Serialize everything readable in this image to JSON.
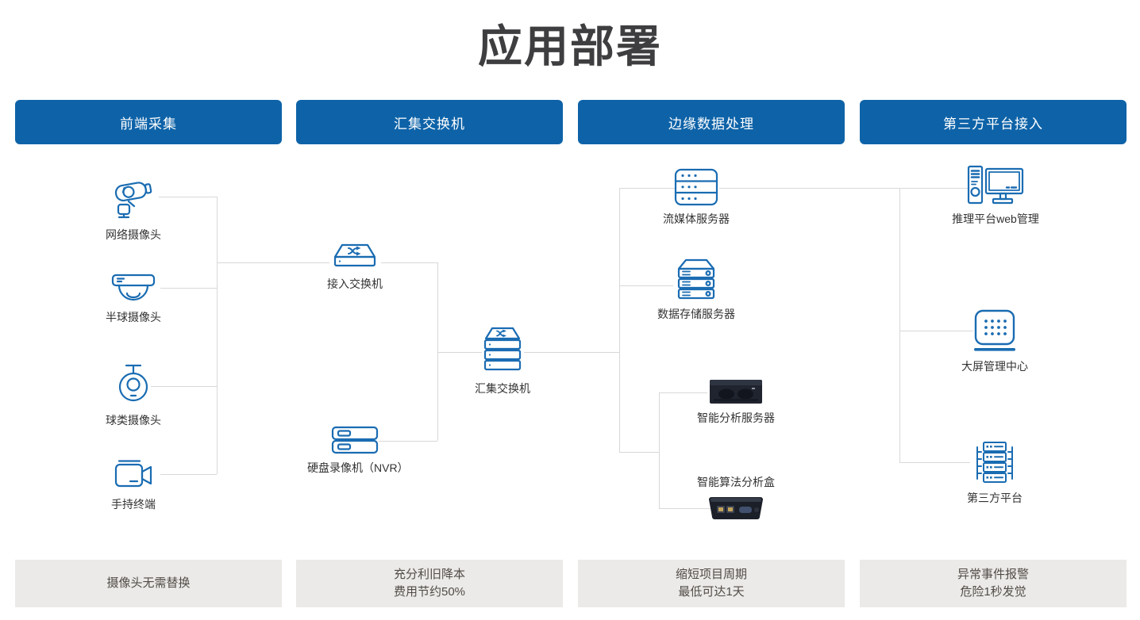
{
  "page": {
    "title": "应用部署"
  },
  "colors": {
    "background": "#ffffff",
    "header_bg": "#0e63a8",
    "header_text": "#ffffff",
    "icon_blue": "#1a6cb2",
    "connector_line": "#d8d8d8",
    "footer_bg": "#ebeae8",
    "footer_text": "#514c47",
    "label_text": "#333333",
    "title_text": "#3e3e40"
  },
  "columns": [
    {
      "header": "前端采集",
      "footer_lines": [
        "摄像头无需替换"
      ]
    },
    {
      "header": "汇集交换机",
      "footer_lines": [
        "充分利旧降本",
        "费用节约50%"
      ]
    },
    {
      "header": "边缘数据处理",
      "footer_lines": [
        "缩短项目周期",
        "最低可达1天"
      ]
    },
    {
      "header": "第三方平台接入",
      "footer_lines": [
        "异常事件报警",
        "危险1秒发觉"
      ]
    }
  ],
  "nodes": [
    {
      "label": "网络摄像头",
      "icon": "bullet-camera-icon"
    },
    {
      "label": "半球摄像头",
      "icon": "dome-camera-icon"
    },
    {
      "label": "球类摄像头",
      "icon": "ptz-ball-camera-icon"
    },
    {
      "label": "手持终端",
      "icon": "camcorder-icon"
    },
    {
      "label": "接入交换机",
      "icon": "switch-icon"
    },
    {
      "label": "硬盘录像机（NVR）",
      "icon": "nvr-icon"
    },
    {
      "label": "汇集交换机",
      "icon": "stacked-switch-icon"
    },
    {
      "label": "流媒体服务器",
      "icon": "server-rack-icon"
    },
    {
      "label": "数据存储服务器",
      "icon": "storage-server-icon"
    },
    {
      "label": "智能分析服务器",
      "icon": "rack-server-photo"
    },
    {
      "label": "智能算法分析盒",
      "icon": "edge-box-photo"
    },
    {
      "label": "推理平台web管理",
      "icon": "desktop-computer-icon"
    },
    {
      "label": "大屏管理中心",
      "icon": "led-screen-icon"
    },
    {
      "label": "第三方平台",
      "icon": "platform-server-icon"
    }
  ]
}
